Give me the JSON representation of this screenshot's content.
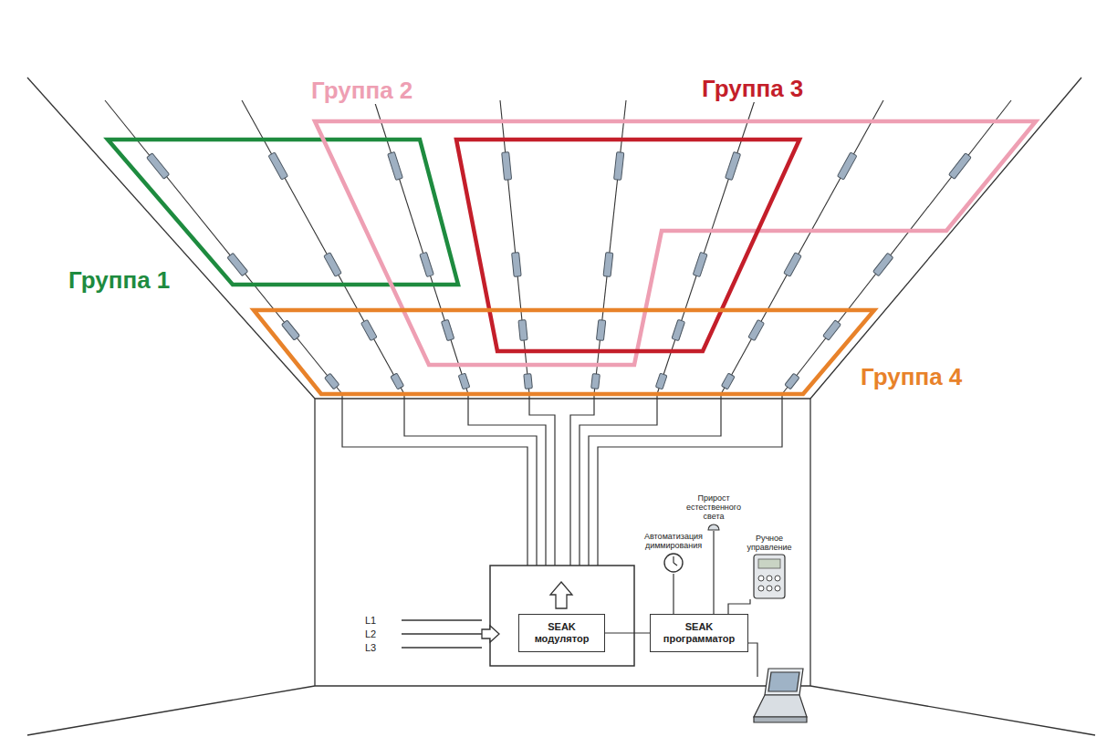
{
  "diagram": {
    "nodes": [
      {
        "text": [
          "Группа 1"
        ]
      },
      {
        "text": [
          "Группа 2"
        ]
      },
      {
        "text": [
          "Группа 3"
        ]
      },
      {
        "text": [
          "Группа 4"
        ]
      },
      {
        "text": [
          "SEAK модулятор"
        ]
      },
      {
        "text": [
          "SEAK программатор"
        ]
      },
      {
        "text": [
          "Автоматизация диммирования"
        ]
      },
      {
        "text": [
          "Прирост естественного света"
        ]
      },
      {
        "text": [
          "Ручное управление"
        ]
      }
    ],
    "edges": [
      {
        "from": 4,
        "to": 5,
        "arrow": "none"
      },
      {
        "from": 5,
        "to": 6,
        "arrow": "none"
      },
      {
        "from": 5,
        "to": 7,
        "arrow": "none"
      },
      {
        "from": 5,
        "to": 8,
        "arrow": "none"
      }
    ],
    "labels": [
      "L1",
      "L2",
      "L3"
    ]
  }
}
